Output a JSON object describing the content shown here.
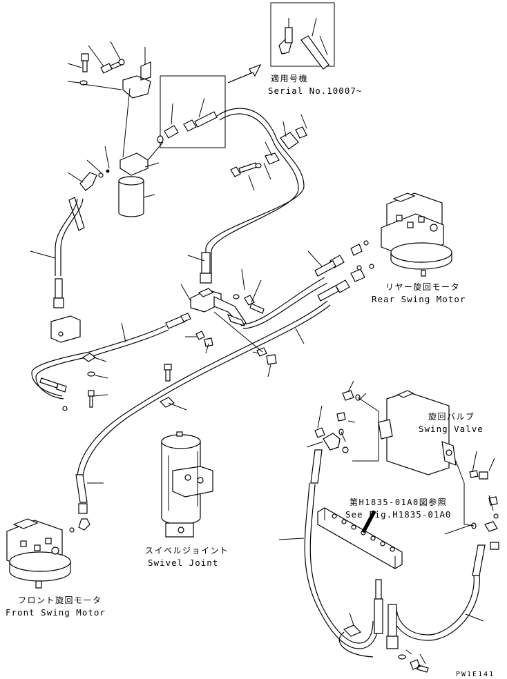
{
  "labels": {
    "serial_jp": "適用号機",
    "serial_en": "Serial No.10007~",
    "rear_motor_jp": "リヤー旋回モータ",
    "rear_motor_en": "Rear Swing Motor",
    "swing_valve_jp": "旋回バルブ",
    "swing_valve_en": "Swing Valve",
    "see_fig_jp": "第H1835-01A0図参照",
    "see_fig_en": "See Fig.H1835-01A0",
    "swivel_jp": "スイベルジョイント",
    "swivel_en": "Swivel Joint",
    "front_motor_jp": "フロント旋回モータ",
    "front_motor_en": "Front Swing Motor",
    "drawing_code": "PW1E141"
  }
}
